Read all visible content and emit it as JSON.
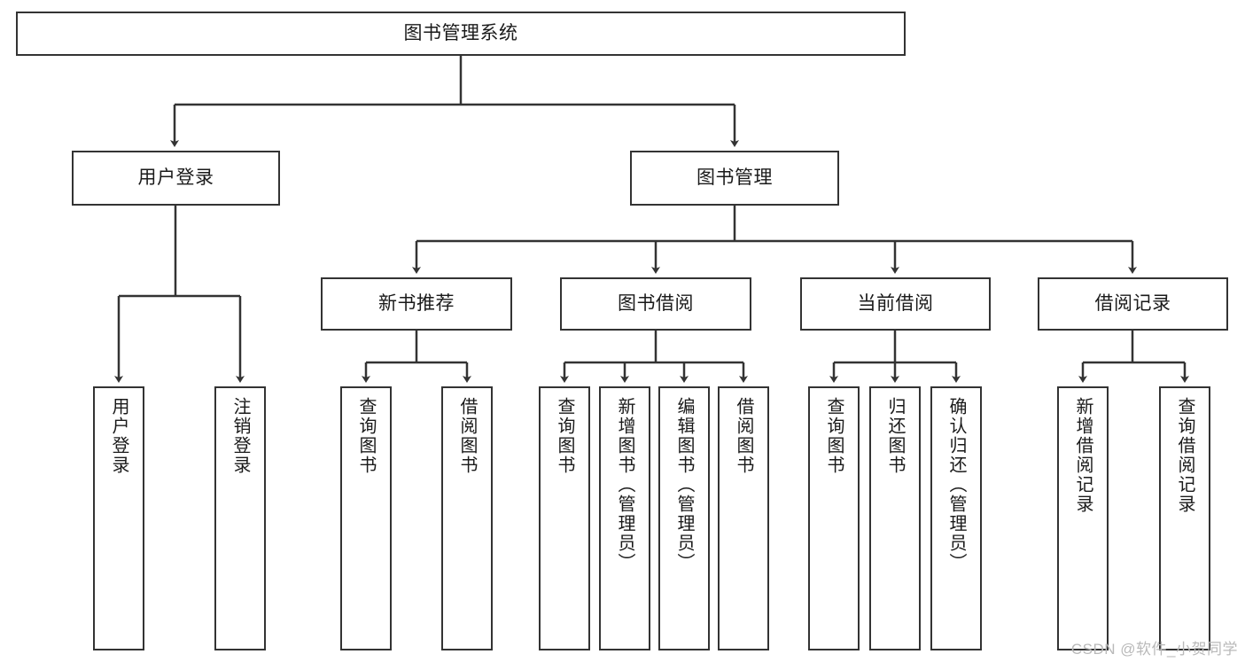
{
  "diagram": {
    "title": "图书管理系统",
    "root": {
      "label": "图书管理系统"
    },
    "level2": [
      {
        "label": "用户登录"
      },
      {
        "label": "图书管理"
      }
    ],
    "level3": [
      {
        "label": "新书推荐"
      },
      {
        "label": "图书借阅"
      },
      {
        "label": "当前借阅"
      },
      {
        "label": "借阅记录"
      }
    ],
    "leaves": [
      {
        "label": "用户登录"
      },
      {
        "label": "注销登录"
      },
      {
        "label": "查询图书"
      },
      {
        "label": "借阅图书"
      },
      {
        "label": "查询图书"
      },
      {
        "label": "新增图书（管理员）"
      },
      {
        "label": "编辑图书（管理员）"
      },
      {
        "label": "借阅图书"
      },
      {
        "label": "查询图书"
      },
      {
        "label": "归还图书"
      },
      {
        "label": "确认归还（管理员）"
      },
      {
        "label": "新增借阅记录"
      },
      {
        "label": "查询借阅记录"
      }
    ]
  },
  "watermark": {
    "text": "CSDN @软件_小贺同学"
  },
  "colors": {
    "stroke": "#333333",
    "fill": "#ffffff",
    "text": "#1a1a1a",
    "watermark": "#b9b9b9"
  }
}
